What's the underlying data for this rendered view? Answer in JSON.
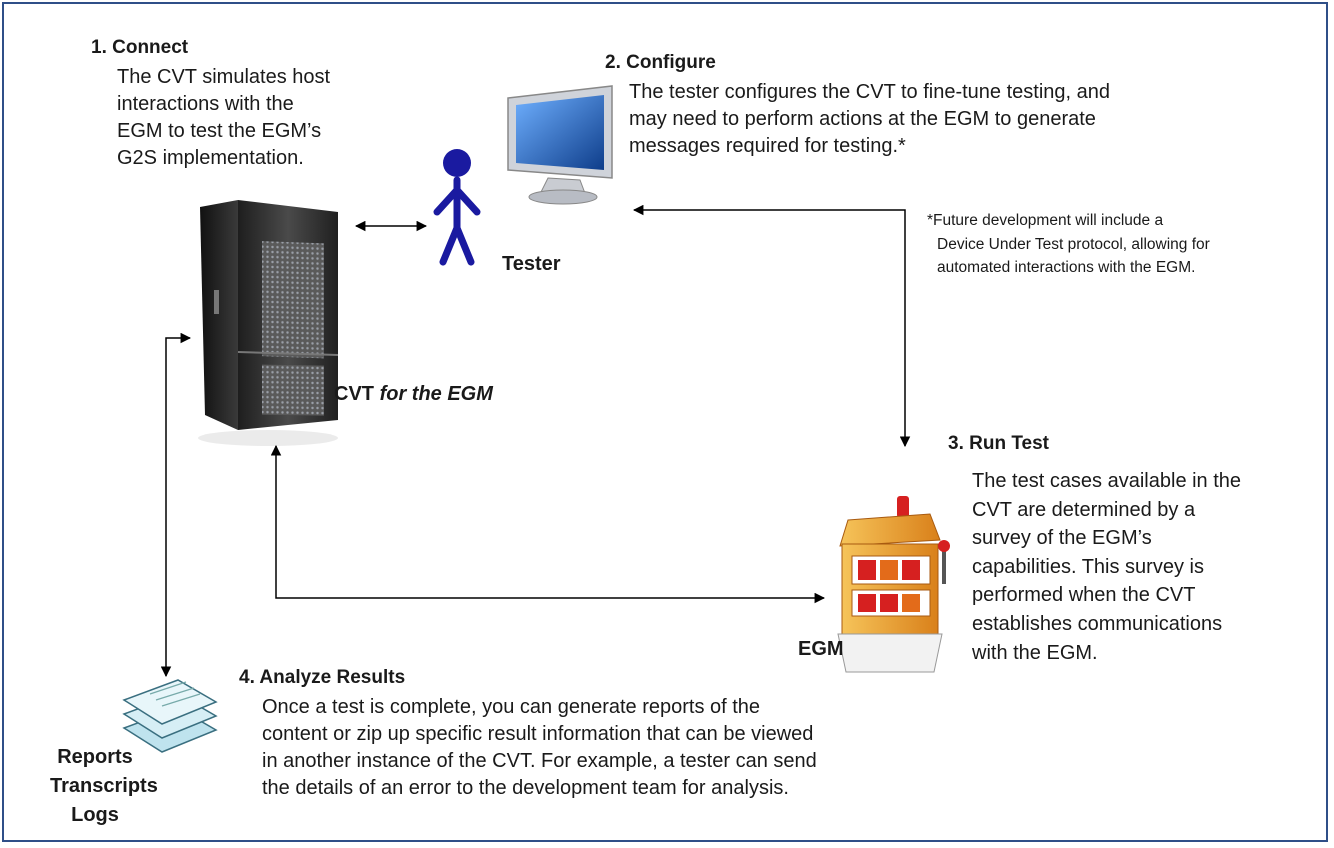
{
  "steps": {
    "connect": {
      "title": "1. Connect",
      "lines": [
        "The CVT simulates host",
        "interactions with the",
        "EGM to test the EGM’s",
        "G2S implementation."
      ]
    },
    "configure": {
      "title": "2. Configure",
      "lines": [
        "The tester configures the CVT to fine-tune testing, and",
        "may need to perform actions at the EGM to generate",
        "messages required for testing.*"
      ]
    },
    "run_test": {
      "title": "3. Run Test",
      "lines": [
        "The test cases available in the",
        "CVT are determined by a",
        "survey of the EGM’s",
        "capabilities. This survey is",
        "performed when the CVT",
        "establishes communications",
        "with the EGM."
      ]
    },
    "analyze": {
      "title": "4. Analyze Results",
      "lines": [
        "Once a test is complete, you can generate reports of the",
        "content or zip up specific result information that can be viewed",
        "in another instance of the CVT. For example, a tester can send",
        "the details of an error to the development team for analysis."
      ]
    }
  },
  "footnote": {
    "lines": [
      "*Future development will include a",
      "Device Under Test protocol, allowing for",
      "automated interactions with the EGM."
    ]
  },
  "labels": {
    "tester": "Tester",
    "cvt": "CVT",
    "cvt_italic": "for the EGM",
    "egm": "EGM",
    "outputs": [
      "Reports",
      "Transcripts",
      "Logs"
    ]
  },
  "colors": {
    "frame": "#2f4f88",
    "tester_figure": "#1a1aa0",
    "arrow": "#000000",
    "server": "#2a2a2a",
    "monitor_screen": "#1f5fb0",
    "slot_machine": "#e89a2a",
    "slot_red": "#d62020",
    "documents": "#bfe3ee"
  },
  "icons": [
    "server-icon",
    "tester-figure-icon",
    "monitor-icon",
    "slot-machine-icon",
    "documents-stack-icon"
  ]
}
